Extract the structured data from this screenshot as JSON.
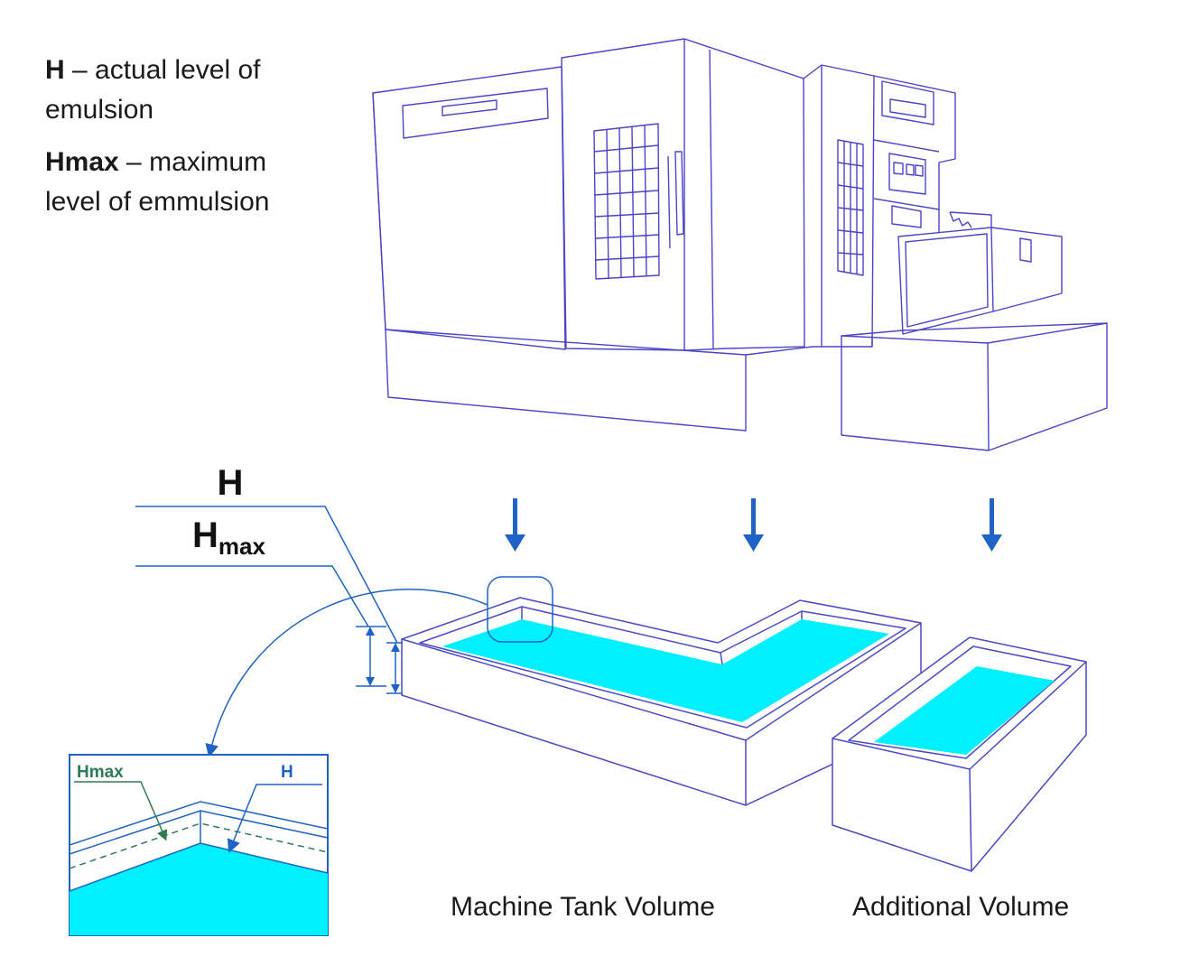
{
  "legend": {
    "h_term": "H",
    "h_desc": " – actual level of emulsion",
    "hmax_term": "Hmax",
    "hmax_desc": " – maximum level of emmulsion"
  },
  "dimension_labels": {
    "h": "H",
    "hmax_main": "H",
    "hmax_sub": "max"
  },
  "inset": {
    "hmax_label": "Hmax",
    "h_label": "H"
  },
  "captions": {
    "machine_tank": "Machine Tank Volume",
    "additional": "Additional Volume"
  },
  "colors": {
    "machine_outline": "#4b44c7",
    "tank_outline": "#4a4ac4",
    "emulsion": "#00f0ff",
    "annotation_blue": "#1f63c6",
    "hmax_green": "#2e7a56"
  }
}
